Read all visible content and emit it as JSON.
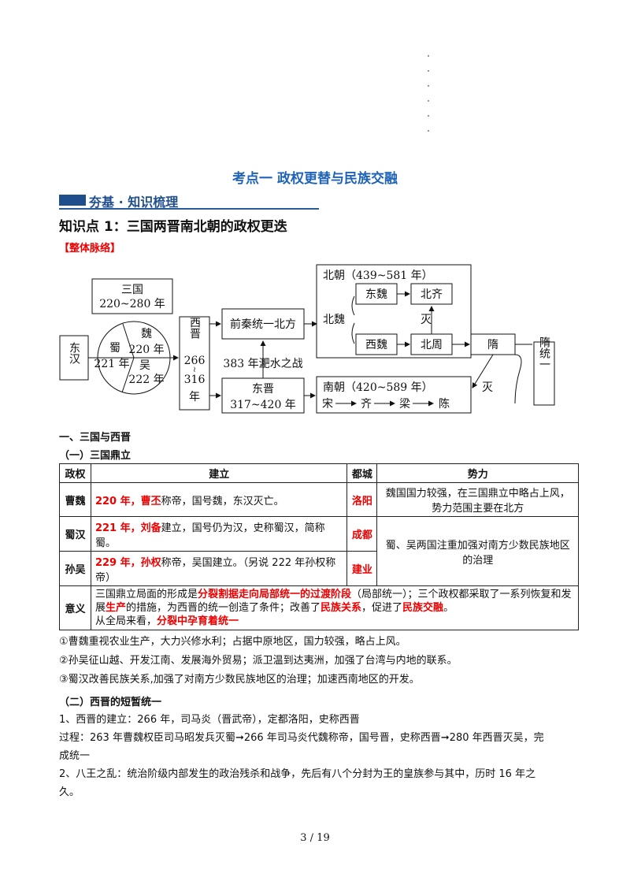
{
  "title": "考点一   政权更替与民族交融",
  "banner": "夯基 · 知识梳理",
  "knowledge_point": "知识点 1：三国两晋南北朝的政权更迭",
  "overview_tag": "【整体脉络】",
  "diagram": {
    "donghan": "东汉",
    "sanguo": "三国",
    "sanguo_years": "220~280 年",
    "wei": "魏",
    "wei_year": "220 年",
    "shu": "蜀",
    "shu_year": "221 年",
    "wu": "吴",
    "wu_year": "222 年",
    "xijin": "西晋",
    "xijin_start": "266",
    "xijin_end": "316",
    "nian": "年",
    "qianqin": "前秦统一北方",
    "feishui": "383 年淝水之战",
    "dongjin": "东晋",
    "dongjin_years": "317~420 年",
    "beichao": "北朝（439~581 年）",
    "beiwei": "北魏",
    "dongwei": "东魏",
    "beiqi": "北齐",
    "xiwei": "西魏",
    "beizhou": "北周",
    "mie": "灭",
    "nanchao": "南朝（420~589 年）",
    "song": "宋",
    "qi": "齐",
    "liang": "梁",
    "chen": "陈",
    "sui": "隋",
    "sui_tongyi": "隋统一"
  },
  "section1": "一、三国与西晋",
  "section1_1": "（一）三国鼎立",
  "table": {
    "headers": [
      "政权",
      "建立",
      "都城",
      "势力"
    ],
    "rows": [
      {
        "name": "曹魏",
        "year": "220 年",
        "person": "曹丕",
        "text": "称帝，国号魏，东汉灭亡。",
        "capital": "洛阳"
      },
      {
        "name": "蜀汉",
        "year": "221 年",
        "person": "刘备",
        "text": "建立，国号仍为汉，史称蜀汉，简称蜀。",
        "capital": "成都"
      },
      {
        "name": "孙吴",
        "year": "229 年",
        "person": "孙权",
        "text": "称帝，吴国建立。（另说 222 年孙权称帝）",
        "capital": "建业"
      }
    ],
    "power_wei": "魏国国力较强，在三国鼎立中略占上风，势力范围主要在北方",
    "power_shuwu": "蜀、吴两国注重加强对南方少数民族地区的治理",
    "significance_label": "意义",
    "sig_1": "三国鼎立局面的形成是",
    "sig_red1": "分裂割据走向局部统一的过渡阶段",
    "sig_2": "（局部统一）；三个政权都采取了一系列恢复和发展",
    "sig_red2": "生产",
    "sig_3": "的措施，为西晋的统一创造了条件；改善了",
    "sig_red3": "民族关系",
    "sig_4": "，促进了",
    "sig_red4": "民族交融",
    "sig_5": "。",
    "sig_6": "从全局来看，",
    "sig_red5": "分裂中孕育着统一"
  },
  "notes": [
    "①曹魏重视农业生产，大力兴修水利；占据中原地区，国力较强，略占上风。",
    "②孙吴征山越、开发江南、发展海外贸易；派卫温到达夷洲，加强了台湾与内地的联系。",
    "③蜀汉改善民族关系,加强了对南方少数民族地区的治理；加速西南地区的开发。"
  ],
  "section1_2": "（二）西晋的短暂统一",
  "p1": "1、西晋的建立：266 年，司马炎（晋武帝），定都洛阳，史称西晋",
  "p2a": "过程：263 年曹魏权臣司马昭发兵灭蜀➞266 年司马炎代魏称帝，国号晋，史称西晋➞280 年西晋灭吴，完",
  "p2b": "成统一",
  "p3a": "2、八王之乱：统治阶级内部发生的政治残杀和战争，先后有八个分封为王的皇族参与其中，历时 16 年之",
  "p3b": "久。",
  "page": "3  /  19"
}
